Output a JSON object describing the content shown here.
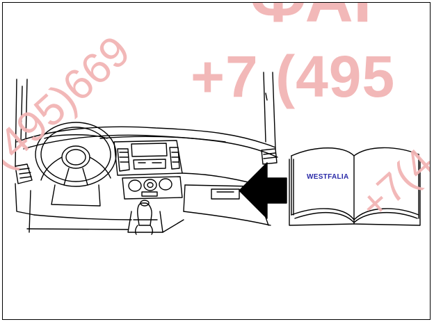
{
  "manual": {
    "brand": "WESTFALIA"
  },
  "watermark": {
    "phone_main": "+7 (495",
    "phone_top": "ФАГ",
    "phone_diag_left": "(495)669",
    "phone_diag_right": "+7(4"
  },
  "colors": {
    "line": "#000000",
    "brand_text": "#2a2aa8",
    "watermark": "#f2b5b5"
  }
}
